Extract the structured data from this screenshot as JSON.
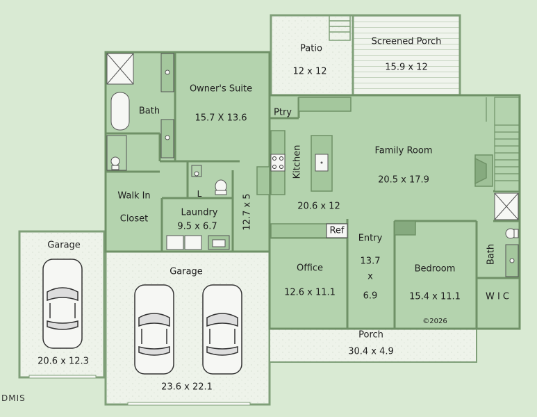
{
  "rooms": {
    "patio": {
      "name": "Patio",
      "dims": "12 x 12"
    },
    "screened_porch": {
      "name": "Screened Porch",
      "dims": "15.9 x 12"
    },
    "owners_suite": {
      "name": "Owner's Suite",
      "dims": "15.7 X 13.6"
    },
    "owners_bath": {
      "name": "Bath"
    },
    "pantry": {
      "name": "Ptry"
    },
    "kitchen": {
      "name": "Kitchen",
      "dims": "20.6 x 12"
    },
    "family_room": {
      "name": "Family Room",
      "dims": "20.5 x 17.9"
    },
    "walk_in_closet": {
      "name_line1": "Walk In",
      "name_line2": "Closet"
    },
    "laundry": {
      "name": "Laundry",
      "dims": "9.5 x 6.7",
      "half_bath_mark": "L"
    },
    "hall": {
      "dims": "12.7 x 5"
    },
    "refrigerator": {
      "name": "Ref"
    },
    "garage_left": {
      "name": "Garage",
      "dims": "20.6 x 12.3"
    },
    "garage_main": {
      "name": "Garage",
      "dims": "23.6 x 22.1"
    },
    "office": {
      "name": "Office",
      "dims": "12.6 x 11.1"
    },
    "entry": {
      "name": "Entry",
      "dims_line1": "13.7",
      "dims_line2": "x",
      "dims_line3": "6.9"
    },
    "bedroom": {
      "name": "Bedroom",
      "dims": "15.4 x 11.1"
    },
    "bath2": {
      "name": "Bath"
    },
    "wic": {
      "name": "W I C"
    },
    "porch": {
      "name": "Porch",
      "dims": "30.4 x 4.9"
    }
  },
  "copyright": "©2026",
  "watermark": "DMIS",
  "colors": {
    "background": "#d9ead3",
    "room_fill": "#b4d3ae",
    "wall": "#6f9167",
    "exterior_fill": "#ecf2e8",
    "fixture_fill": "#f6f7f4"
  }
}
